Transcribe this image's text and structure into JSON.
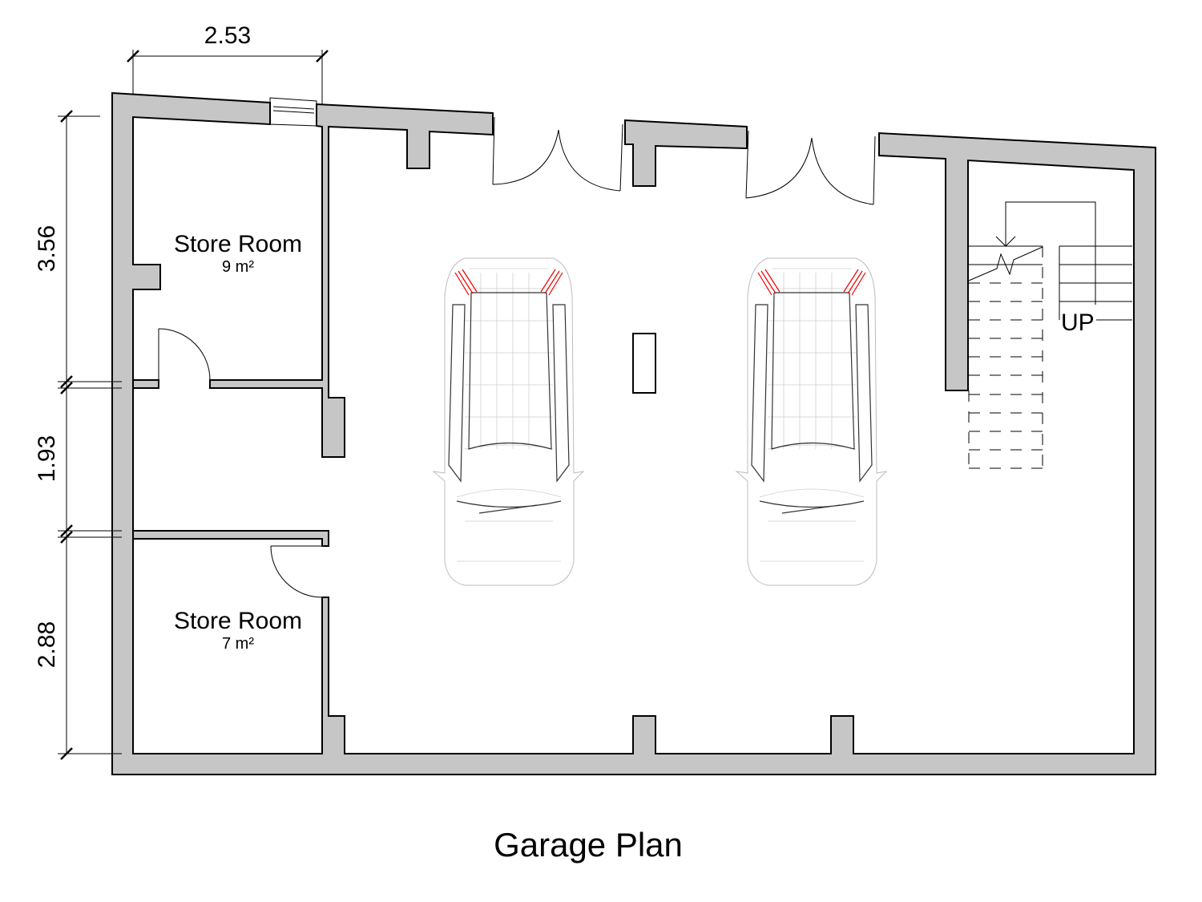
{
  "title": "Garage Plan",
  "rooms": [
    {
      "name": "Store Room",
      "area": "9 m²"
    },
    {
      "name": "Store Room",
      "area": "7 m²"
    }
  ],
  "dimensions": {
    "top": "2.53",
    "left": [
      "3.56",
      "1.93",
      "2.88"
    ]
  },
  "stair_label": "UP",
  "colors": {
    "wall_fill": "#c6c6c6",
    "lamp": "#e00000"
  }
}
